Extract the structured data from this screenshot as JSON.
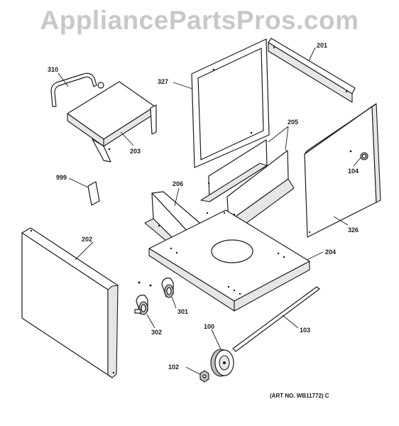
{
  "watermark": "AppliancePartsPros.com",
  "art_number": "(ART NO. WB11772) C",
  "callouts": {
    "p310": "310",
    "p203": "203",
    "p999": "999",
    "p327": "327",
    "p201": "201",
    "p205": "205",
    "p104": "104",
    "p206": "206",
    "p326": "326",
    "p202": "202",
    "p204": "204",
    "p301": "301",
    "p302": "302",
    "p100": "100",
    "p103": "103",
    "p102": "102"
  }
}
